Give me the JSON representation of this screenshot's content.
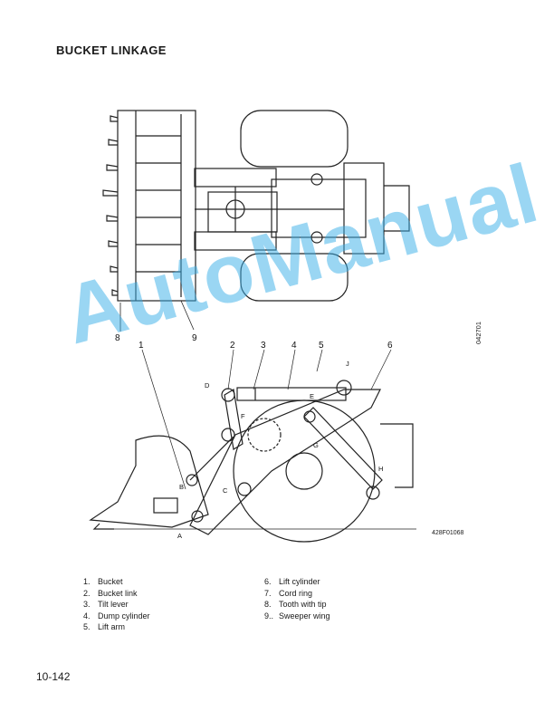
{
  "title": "BUCKET LINKAGE",
  "figure": {
    "code_vertical": "042701",
    "code_figure": "428F01068",
    "callouts_top": [
      "8",
      "9"
    ],
    "callouts_side": [
      "1",
      "2",
      "3",
      "4",
      "5",
      "6"
    ],
    "point_labels": [
      "A",
      "B",
      "C",
      "D",
      "E",
      "F",
      "G",
      "H",
      "J"
    ]
  },
  "legend": {
    "left": [
      {
        "num": "1.",
        "label": "Bucket"
      },
      {
        "num": "2.",
        "label": "Bucket link"
      },
      {
        "num": "3.",
        "label": "Tilt lever"
      },
      {
        "num": "4.",
        "label": "Dump cylinder"
      },
      {
        "num": "5.",
        "label": "Lift arm"
      }
    ],
    "right": [
      {
        "num": "6.",
        "label": "Lift cylinder"
      },
      {
        "num": "7.",
        "label": "Cord ring"
      },
      {
        "num": "8.",
        "label": "Tooth with tip"
      },
      {
        "num": "9..",
        "label": "Sweeper wing"
      }
    ]
  },
  "page_number": "10-142",
  "watermark": "AutoManual"
}
